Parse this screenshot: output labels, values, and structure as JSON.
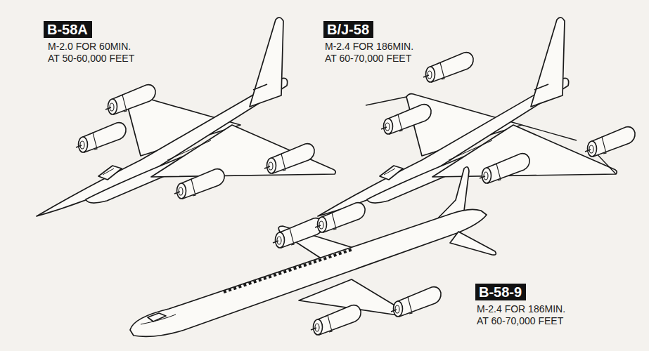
{
  "diagram": {
    "nodes": [
      {
        "text": [
          "B-58A"
        ]
      },
      {
        "text": [
          "B/J-58"
        ]
      },
      {
        "text": [
          "B-58-9"
        ]
      }
    ],
    "labels": [
      "M-2.0 FOR 60MIN. AT 50-60,000 FEET",
      "M-2.4 FOR 186MIN. AT 60-70,000 FEET",
      "M-2.4 FOR 186MIN. AT 60-70,000 FEET"
    ]
  }
}
